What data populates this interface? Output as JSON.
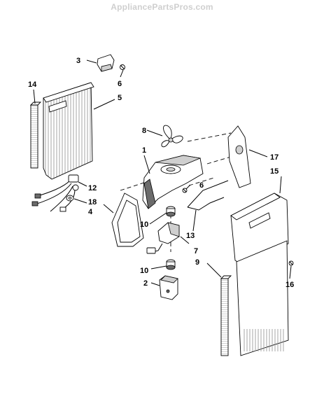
{
  "watermark": "AppliancePartsPros.com",
  "callouts": {
    "c1": "1",
    "c2": "2",
    "c3": "3",
    "c4": "4",
    "c5": "5",
    "c6a": "6",
    "c6b": "6",
    "c7": "7",
    "c8": "8",
    "c9": "9",
    "c10a": "10",
    "c10b": "10",
    "c12": "12",
    "c13": "13",
    "c14": "14",
    "c15": "15",
    "c16": "16",
    "c17": "17",
    "c18": "18"
  }
}
